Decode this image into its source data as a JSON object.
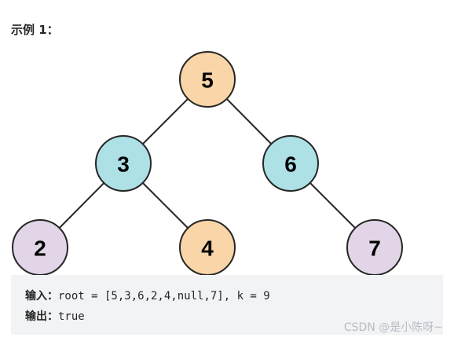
{
  "example": {
    "title": "示例 1："
  },
  "tree": {
    "colors": {
      "orange": "#f9d5a8",
      "cyan": "#ade1e6",
      "purple": "#e1d5e7",
      "stroke": "#262626"
    },
    "nodes": [
      {
        "id": "n5",
        "label": "5",
        "color": "orange"
      },
      {
        "id": "n3",
        "label": "3",
        "color": "cyan"
      },
      {
        "id": "n6",
        "label": "6",
        "color": "cyan"
      },
      {
        "id": "n2",
        "label": "2",
        "color": "purple"
      },
      {
        "id": "n4",
        "label": "4",
        "color": "orange"
      },
      {
        "id": "n7",
        "label": "7",
        "color": "purple"
      }
    ],
    "edges": [
      {
        "from": "n5",
        "to": "n3"
      },
      {
        "from": "n5",
        "to": "n6"
      },
      {
        "from": "n3",
        "to": "n2"
      },
      {
        "from": "n3",
        "to": "n4"
      },
      {
        "from": "n6",
        "to": "n7"
      }
    ]
  },
  "code": {
    "input_key": "输入：",
    "input_value": "root = [5,3,6,2,4,null,7], k = 9",
    "output_key": "输出：",
    "output_value": "true"
  },
  "watermark": "CSDN @是小陈呀~"
}
